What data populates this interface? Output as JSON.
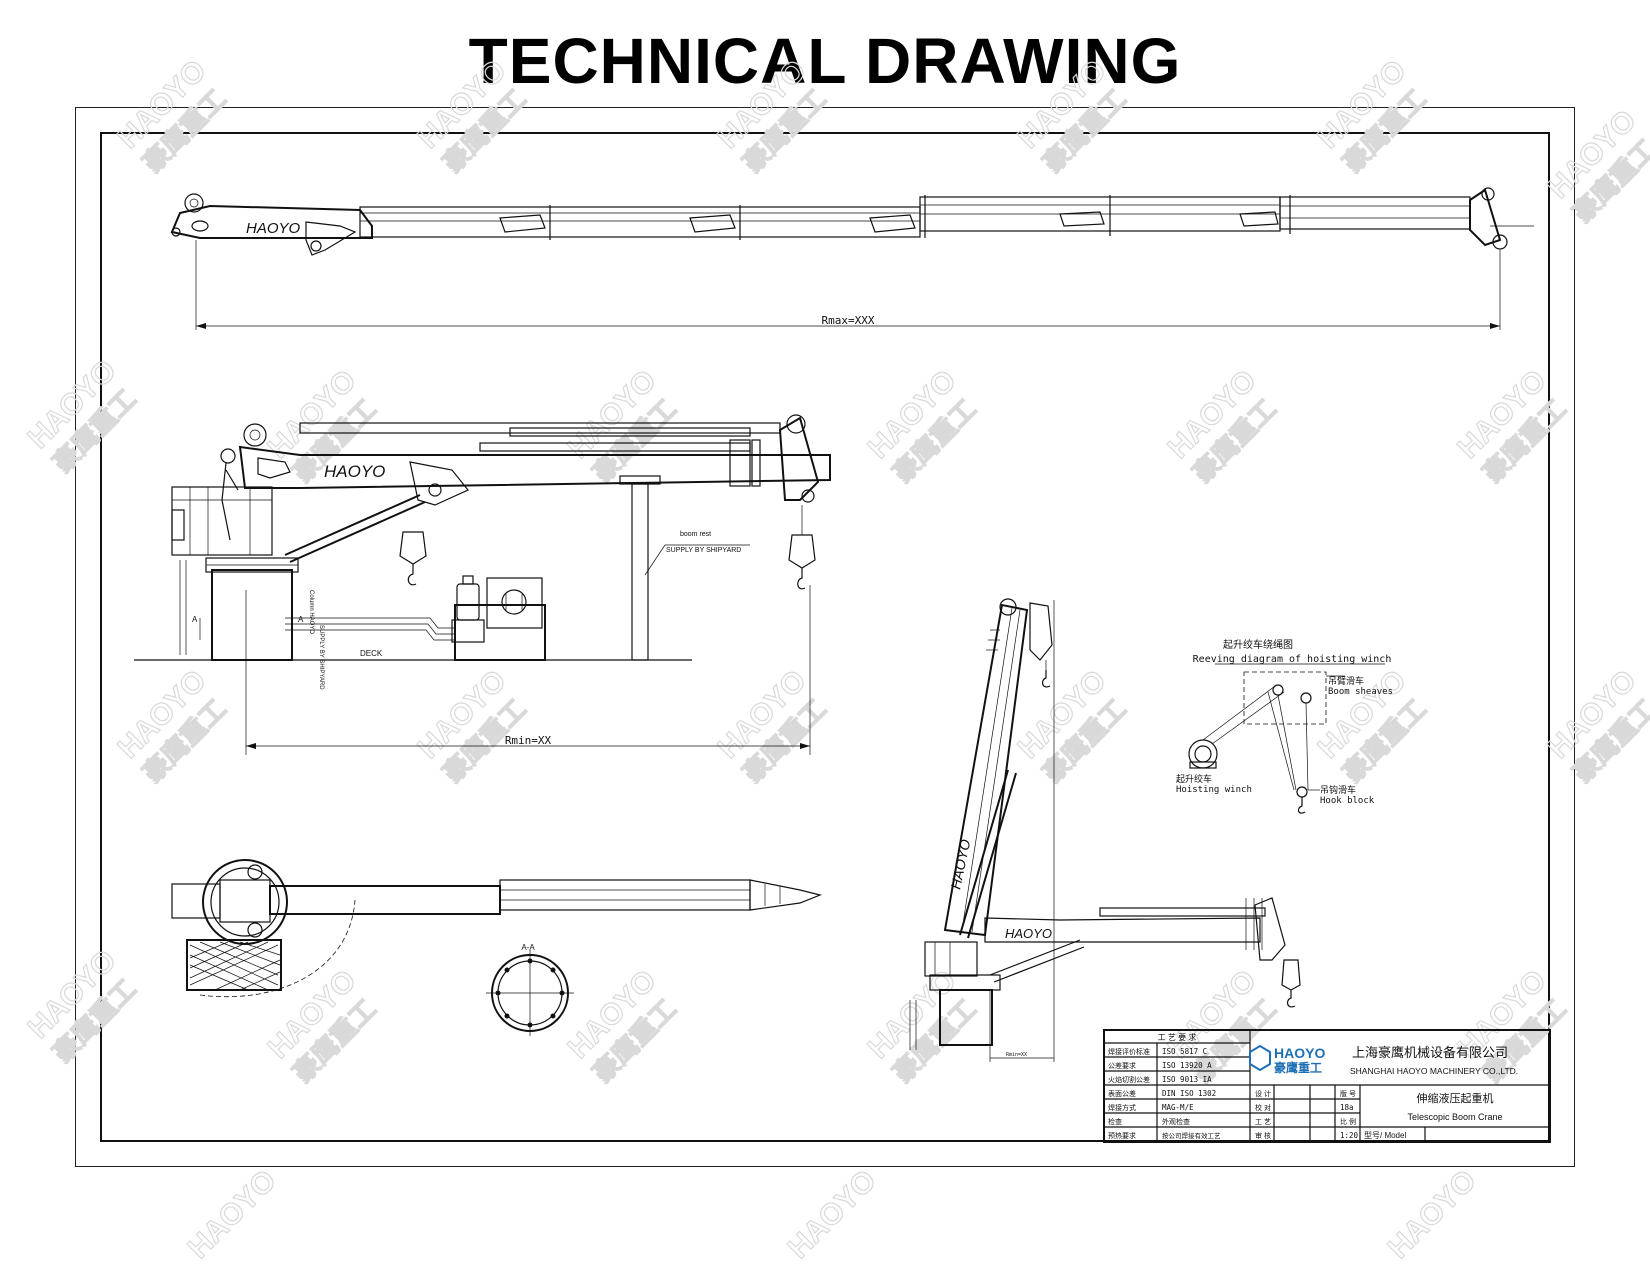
{
  "title": "TECHNICAL DRAWING",
  "watermark": {
    "brand": "HAOYO",
    "cn": "豪鹰重工"
  },
  "boom_brand": "HAOYO",
  "views": {
    "extended": {
      "dimension": "Rmax=XXX"
    },
    "side": {
      "dimension": "Rmin=XX",
      "boom_rest_title": "boom rest",
      "boom_rest_note": "SUPPLY BY SHIPYARD",
      "deck_label": "DECK",
      "section_mark": "A",
      "vertical_note_1": "Column HAOYO",
      "vertical_note_2": "SUPPLY BY SHIPYARD"
    },
    "section": {
      "label": "A-A"
    },
    "raised": {
      "dimension": "Rmin=XX"
    }
  },
  "reeving": {
    "title_cn": "起升绞车绕绳图",
    "title_en": "Reeving diagram of hoisting winch",
    "boom_sheaves_cn": "吊臂滑车",
    "boom_sheaves_en": "Boom sheaves",
    "winch_cn": "起升绞车",
    "winch_en": "Hoisting winch",
    "hook_cn": "吊钩滑车",
    "hook_en": "Hook block"
  },
  "title_block": {
    "requirements_header": "工 艺 要 求",
    "rows": [
      {
        "label": "焊接评价标准",
        "value": "ISO 5817 C"
      },
      {
        "label": "公差要求",
        "value": "ISO 13920 A"
      },
      {
        "label": "火焰切割公差",
        "value": "ISO 9013 IA"
      },
      {
        "label": "表面公差",
        "value": "DIN ISO 1302"
      },
      {
        "label": "焊接方式",
        "value": "MAG-M/E"
      },
      {
        "label": "检查",
        "value": "外观检查"
      },
      {
        "label": "预热要求",
        "value": "按公司焊接有效工艺"
      }
    ],
    "sign_labels": [
      "设 计",
      "校 对",
      "工 艺",
      "审 核"
    ],
    "meta": [
      {
        "label": "版 号",
        "value": ""
      },
      {
        "label": "",
        "value": "18a"
      },
      {
        "label": "比 例",
        "value": ""
      },
      {
        "label": "",
        "value": "1:20"
      }
    ],
    "logo_en": "HAOYO",
    "logo_cn": "豪鹰重工",
    "company_cn": "上海豪鹰机械设备有限公司",
    "company_en": "SHANGHAI HAOYO MACHINERY CO.,LTD.",
    "product_cn": "伸缩液压起重机",
    "product_en": "Telescopic Boom Crane",
    "model_label": "型号/ Model"
  }
}
